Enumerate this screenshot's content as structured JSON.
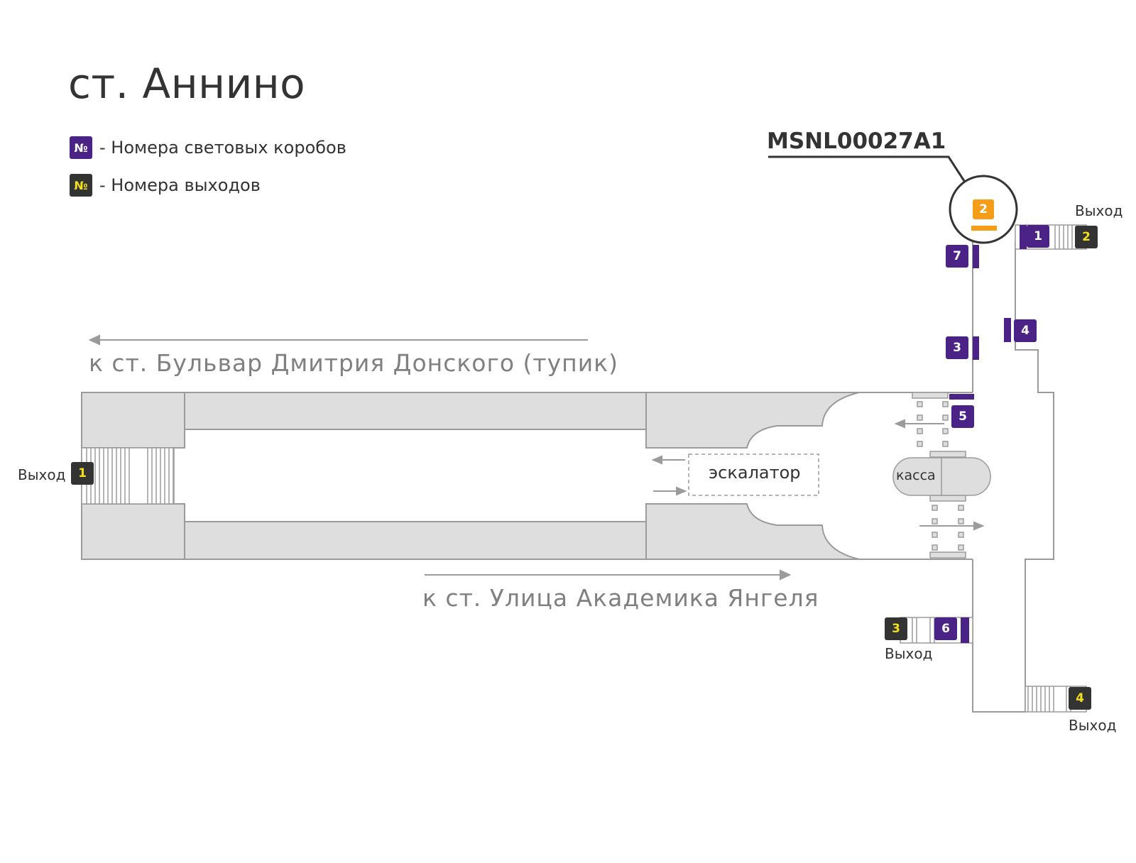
{
  "title": "ст. Аннино",
  "legend": {
    "lightbox_symbol": "№",
    "lightbox_label": "- Номера световых коробов",
    "exit_symbol": "№",
    "exit_label": "- Номера выходов"
  },
  "highlight": {
    "code": "MSNL00027A1",
    "box_number": "2"
  },
  "directions": {
    "left": "к ст. Бульвар Дмитрия Донского (тупик)",
    "right": "к ст. Улица Академика Янгеля"
  },
  "features": {
    "escalator": "эскалатор",
    "ticket_office": "касса"
  },
  "exits": [
    {
      "number": "1",
      "label": "Выход"
    },
    {
      "number": "2",
      "label": "Выход"
    },
    {
      "number": "3",
      "label": "Выход"
    },
    {
      "number": "4",
      "label": "Выход"
    }
  ],
  "lightboxes": [
    "1",
    "3",
    "4",
    "5",
    "6",
    "7"
  ],
  "colors": {
    "lightbox": "#4b2386",
    "exit": "#333333",
    "exit_text": "#f3e01b",
    "highlight": "#f59d16",
    "floor": "#dedede",
    "outline": "#9b9b9b"
  }
}
